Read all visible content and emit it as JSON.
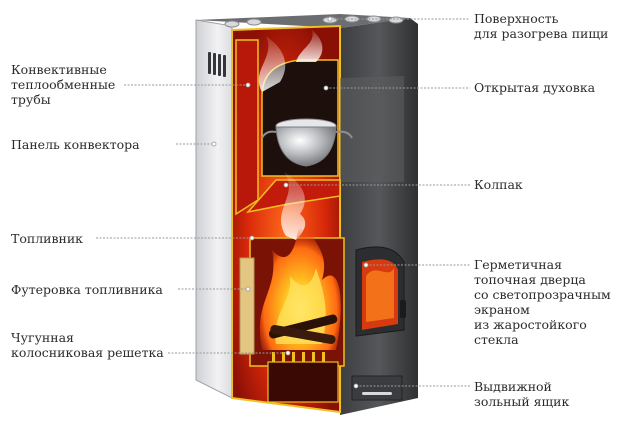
{
  "labels": {
    "surface": "Поверхность\nдля разогрева пищи",
    "pipes": "Конвективные\nтеплообменные\nтрубы",
    "panel": "Панель конвектора",
    "oven": "Открытая духовка",
    "hood": "Колпак",
    "firebox": "Топливник",
    "lining": "Футеровка топливника",
    "door": "Герметичная\nтопочная дверца\nсо светопрозрачным\nэкраном\nиз жаростойкого\nстекла",
    "grate": "Чугунная\nколосниковая решетка",
    "ash": "Выдвижной\nзольный ящик"
  },
  "colors": {
    "fire": "#e8400c",
    "flame": "#ffb21a",
    "body": "#4a4b4d",
    "panel": "#e9e9ec",
    "leader": "#9a9a9a"
  }
}
